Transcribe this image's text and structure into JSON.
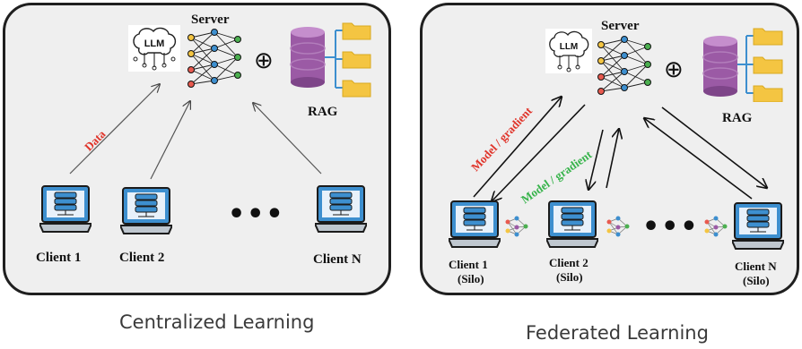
{
  "centralized": {
    "server_label": "Server",
    "llm_badge": "LLM",
    "plus_symbol": "⊕",
    "rag_label": "RAG",
    "data_arrow_label": "Data",
    "ellipsis": "•••",
    "clients": [
      "Client 1",
      "Client 2",
      "Client N"
    ],
    "caption": "Centralized Learning"
  },
  "federated": {
    "server_label": "Server",
    "llm_badge": "LLM",
    "plus_symbol": "⊕",
    "rag_label": "RAG",
    "arrow_label_red": "Model / gradient",
    "arrow_label_green": "Model / gradient",
    "ellipsis": "•••",
    "clients": [
      "Client 1",
      "Client 2",
      "Client N"
    ],
    "silo_label": "(Silo)",
    "caption": "Federated Learning"
  },
  "colors": {
    "data_label": "#e0342a",
    "green_label": "#36b34a",
    "rag_purple": "#9b5aa5",
    "folder_yellow": "#f4c542",
    "laptop_blue": "#3d8fcf"
  }
}
